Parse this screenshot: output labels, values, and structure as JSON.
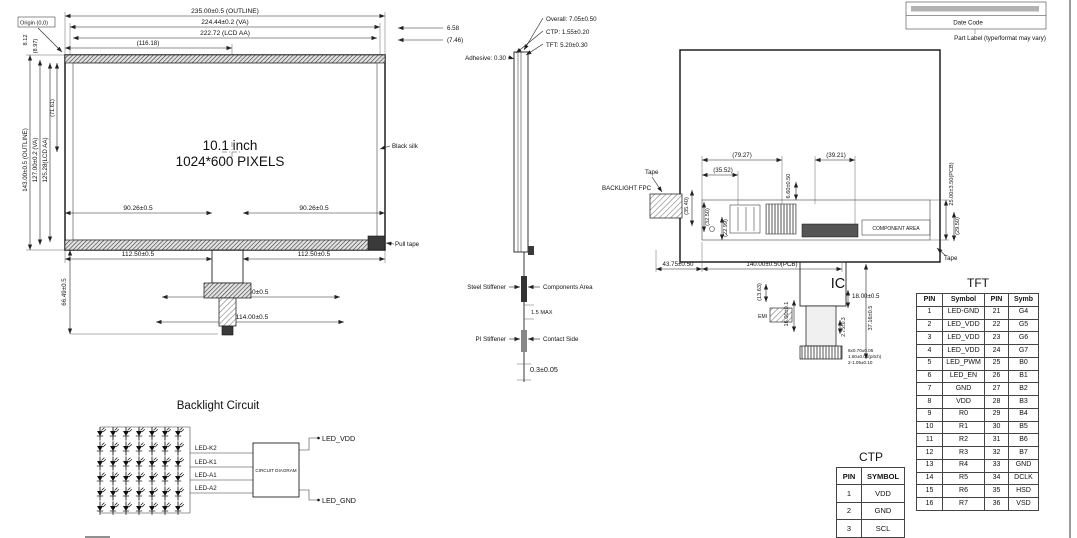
{
  "colors": {
    "background": "#ffffff",
    "line": "#1a1a1a"
  },
  "front_view": {
    "dim_outline_width": "235.00±0.5 (OUTLINE)",
    "dim_va_width": "224.44±0.2 (VA)",
    "dim_aa_width": "222.72 (LCD AA)",
    "dim_center_x": "(116.18)",
    "dim_edge_1": "6.58",
    "dim_edge_2": "(7.46)",
    "origin_label": "Origin (0,0)",
    "dim_outline_height": "143.00±0.5 (OUTLINE)",
    "dim_va_height": "127.00±0.2 (VA)",
    "dim_aa_height": "125.28(LCD AA)",
    "dim_top_1": "8.12",
    "dim_top_2": "(8.97)",
    "dim_center_y": "(71.61)",
    "panel_size": "10.1 inch",
    "panel_resolution": "1024*600 PIXELS",
    "black_silk_label": "Black silk",
    "pull_tape_label": "Pull tape",
    "dim_tape_left": "90.26±0.5",
    "dim_tape_right": "90.26±0.5",
    "dim_fpc_left": "112.50±0.5",
    "dim_fpc_right": "112.50±0.5",
    "dim_fpc_width_1": "108.50±0.5",
    "dim_fpc_width_2": "114.00±0.5",
    "dim_fpc_length": "66.49±0.5"
  },
  "side_view": {
    "dim_overall": "Overall: 7.05±0.50",
    "dim_ctp": "CTP: 1.55±0.20",
    "dim_tft": "TFT: 5.20±0.30",
    "dim_adhesive": "Adhesive: 0.30",
    "steel_stiffener": "Steel Stiffener",
    "components_area": "Components Area",
    "dim_max": "1.5 MAX",
    "pi_stiffener": "PI Stiffener",
    "contact_side": "Contact Side",
    "dim_thickness": "0.3±0.05"
  },
  "back_view": {
    "part_label_row2": "Date Code",
    "part_label_caption": "Part Label (type/format may vary)",
    "tape_left": "Tape",
    "backlight_fpc": "BACKLIGHT FPC",
    "dim_7927": "(79.27)",
    "dim_3921": "(39.21)",
    "dim_3552": "(35.52)",
    "dim_660": "6.60±0.50",
    "dim_pcb_height": "25.00±3.50(PCB)",
    "dim_3540": "(35.40)",
    "dim_3250": "(32.50)",
    "dim_2299": "(22.99)",
    "dim_2950": "(29.50)",
    "component_area": "COMPONENT AREA",
    "tape_right": "Tape",
    "dim_4375": "43.75±0.50",
    "dim_pcb_width": "140.00±0.50(PCB)",
    "ic_label": "IC",
    "dim_1363": "(13.63)",
    "dim_1600": "16.00±0.1",
    "dim_1800": "18.00±0.5",
    "dim_275": "2.75±0.3",
    "dim_3716": "37.16±0.5",
    "emi_label": "EMI",
    "pin_note_1": "6x0.70±0.05",
    "pin_note_2": "1.60±0.05(pitch)",
    "pin_note_3": "2-1.05±0.10"
  },
  "backlight_circuit": {
    "title": "Backlight Circuit",
    "grid_rows": 6,
    "grid_cols": 7,
    "net_k2": "LED-K2",
    "net_k1": "LED-K1",
    "net_a1": "LED-A1",
    "net_a2": "LED-A2",
    "box_label": "CIRCUIT DIAGRAM",
    "out_vdd": "LED_VDD",
    "out_gnd": "LED_GND"
  },
  "ctp_table": {
    "title": "CTP",
    "headers": [
      "PIN",
      "SYMBOL"
    ],
    "rows": [
      [
        "1",
        "VDD"
      ],
      [
        "2",
        "GND"
      ],
      [
        "3",
        "SCL"
      ]
    ]
  },
  "tft_table": {
    "title": "TFT",
    "headers": [
      "PIN",
      "Symbol",
      "PIN",
      "Symb"
    ],
    "rows": [
      [
        "1",
        "LED-GND",
        "21",
        "G4"
      ],
      [
        "2",
        "LED_VDD",
        "22",
        "G5"
      ],
      [
        "3",
        "LED_VDD",
        "23",
        "G6"
      ],
      [
        "4",
        "LED_VDD",
        "24",
        "G7"
      ],
      [
        "5",
        "LED_PWM",
        "25",
        "B0"
      ],
      [
        "6",
        "LED_EN",
        "26",
        "B1"
      ],
      [
        "7",
        "GND",
        "27",
        "B2"
      ],
      [
        "8",
        "VDD",
        "28",
        "B3"
      ],
      [
        "9",
        "R0",
        "29",
        "B4"
      ],
      [
        "10",
        "R1",
        "30",
        "B5"
      ],
      [
        "11",
        "R2",
        "31",
        "B6"
      ],
      [
        "12",
        "R3",
        "32",
        "B7"
      ],
      [
        "13",
        "R4",
        "33",
        "GND"
      ],
      [
        "14",
        "R5",
        "34",
        "DCLK"
      ],
      [
        "15",
        "R6",
        "35",
        "HSD"
      ],
      [
        "16",
        "R7",
        "36",
        "VSD"
      ]
    ]
  }
}
